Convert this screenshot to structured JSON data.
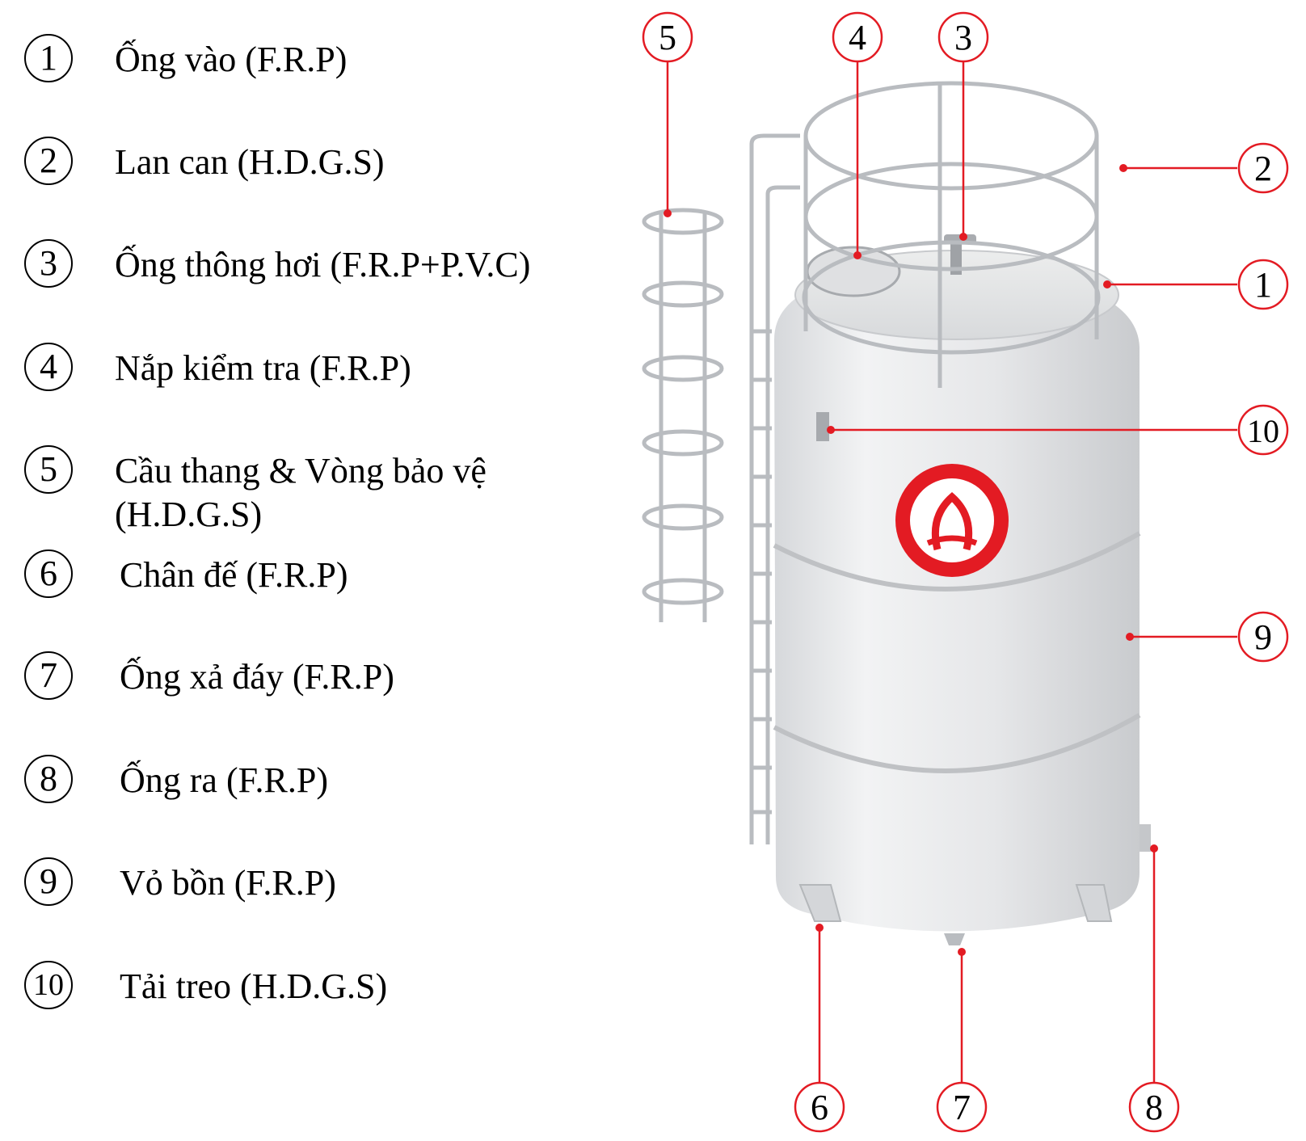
{
  "legend": [
    {
      "num": "1",
      "text": "Ống vào (F.R.P)"
    },
    {
      "num": "2",
      "text": "Lan can (H.D.G.S)"
    },
    {
      "num": "3",
      "text": "Ống thông hơi (F.R.P+P.V.C)"
    },
    {
      "num": "4",
      "text": "Nắp kiểm tra (F.R.P)"
    },
    {
      "num": "5",
      "text": "Cầu thang & Vòng bảo vệ",
      "text2": "(H.D.G.S)"
    },
    {
      "num": "6",
      "text": "Chân đế (F.R.P)"
    },
    {
      "num": "7",
      "text": "Ống xả đáy (F.R.P)"
    },
    {
      "num": "8",
      "text": "Ống ra (F.R.P)"
    },
    {
      "num": "9",
      "text": "Vỏ bồn (F.R.P)"
    },
    {
      "num": "10",
      "text": "Tải treo (H.D.G.S)"
    }
  ],
  "callouts": [
    "5",
    "4",
    "3",
    "2",
    "1",
    "10",
    "9",
    "6",
    "7",
    "8"
  ],
  "colors": {
    "accent": "#e31b23",
    "tank": "#e8e9eb",
    "rail": "#b9bcc0"
  },
  "icons": {
    "logo": "gear-ribbon-logo"
  }
}
